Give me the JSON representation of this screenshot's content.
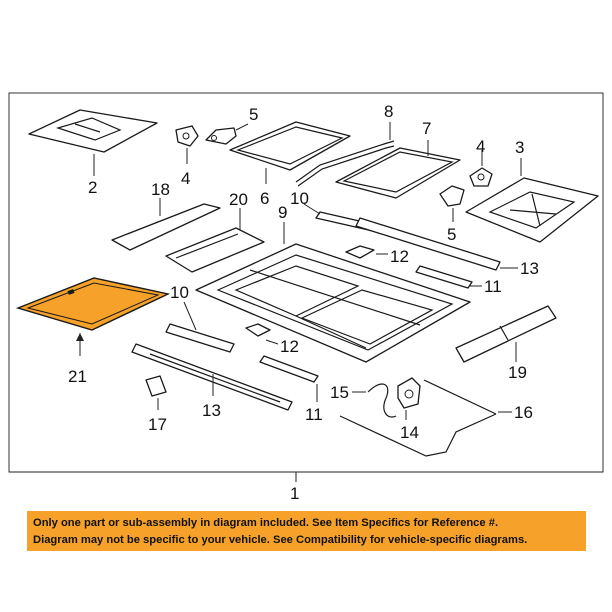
{
  "diagram": {
    "highlighted_part": "21",
    "highlight_color": "#f6a12a",
    "callouts": {
      "p1": "1",
      "p2": "2",
      "p3": "3",
      "p4a": "4",
      "p4b": "4",
      "p5a": "5",
      "p5b": "5",
      "p6": "6",
      "p7": "7",
      "p8": "8",
      "p9": "9",
      "p10a": "10",
      "p10b": "10",
      "p11a": "11",
      "p11b": "11",
      "p12a": "12",
      "p12b": "12",
      "p13a": "13",
      "p13b": "13",
      "p14": "14",
      "p15": "15",
      "p16": "16",
      "p17": "17",
      "p18": "18",
      "p19": "19",
      "p20": "20",
      "p21": "21"
    }
  },
  "notice": {
    "line1": "Only one part or sub-assembly in diagram included. See Item Specifics for Reference #.",
    "line2": "Diagram may not be specific to your vehicle. See Compatibility for vehicle-specific diagrams.",
    "color": "#f6a12a"
  }
}
